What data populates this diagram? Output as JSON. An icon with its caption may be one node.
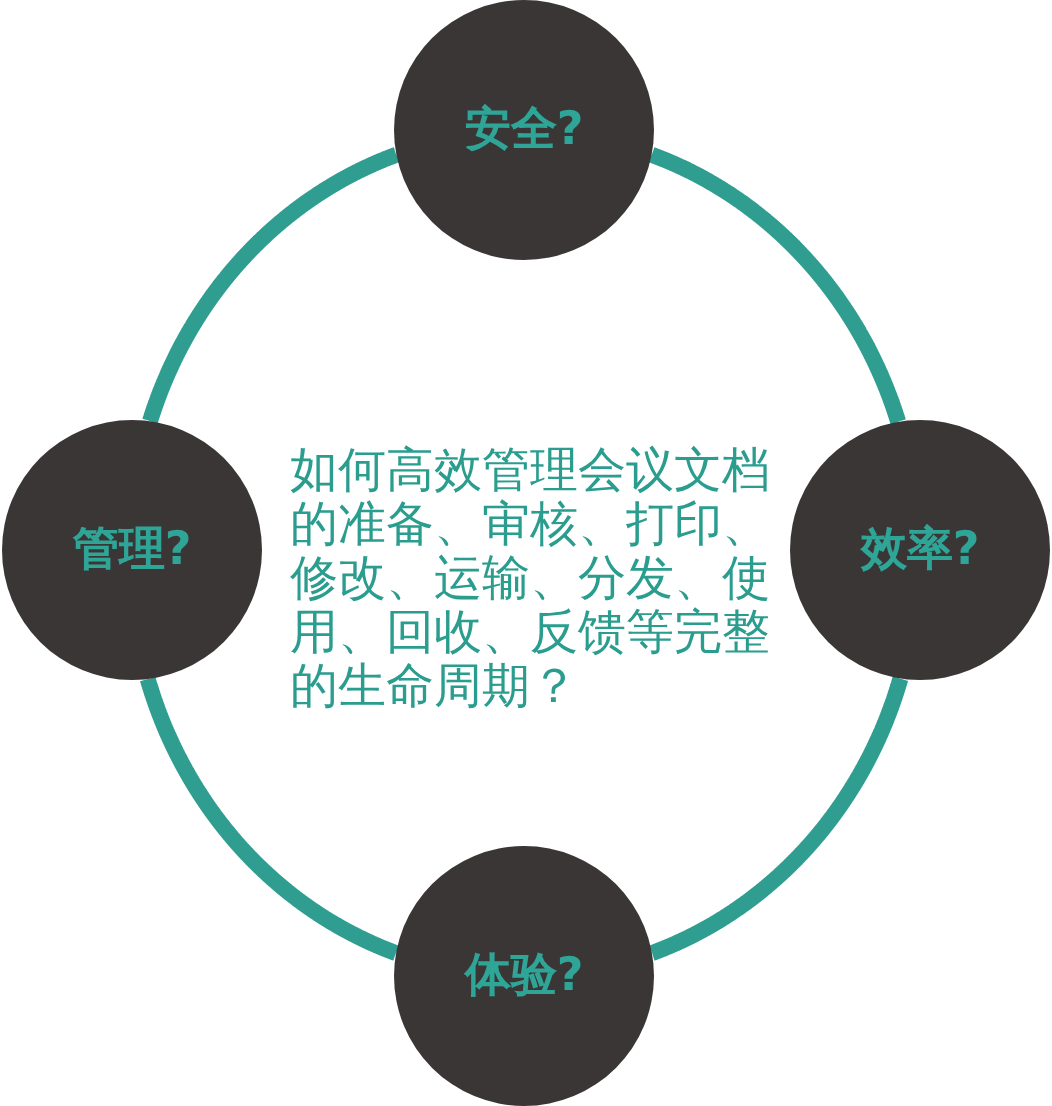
{
  "diagram": {
    "nodes": [
      {
        "text": [
          "安全?"
        ]
      },
      {
        "text": [
          "管理?"
        ]
      },
      {
        "text": [
          "效率?"
        ]
      },
      {
        "text": [
          "体验?"
        ]
      }
    ],
    "edges": [
      {
        "from": 0,
        "to": 2,
        "arrow": "none"
      },
      {
        "from": 2,
        "to": 3,
        "arrow": "none"
      },
      {
        "from": 3,
        "to": 1,
        "arrow": "none"
      },
      {
        "from": 1,
        "to": 0,
        "arrow": "none"
      }
    ],
    "labels": [
      "如何高效管理会议文档的准备、审核、打印、修改、运输、分发、使用、回收、反馈等完整的生命周期？"
    ]
  }
}
